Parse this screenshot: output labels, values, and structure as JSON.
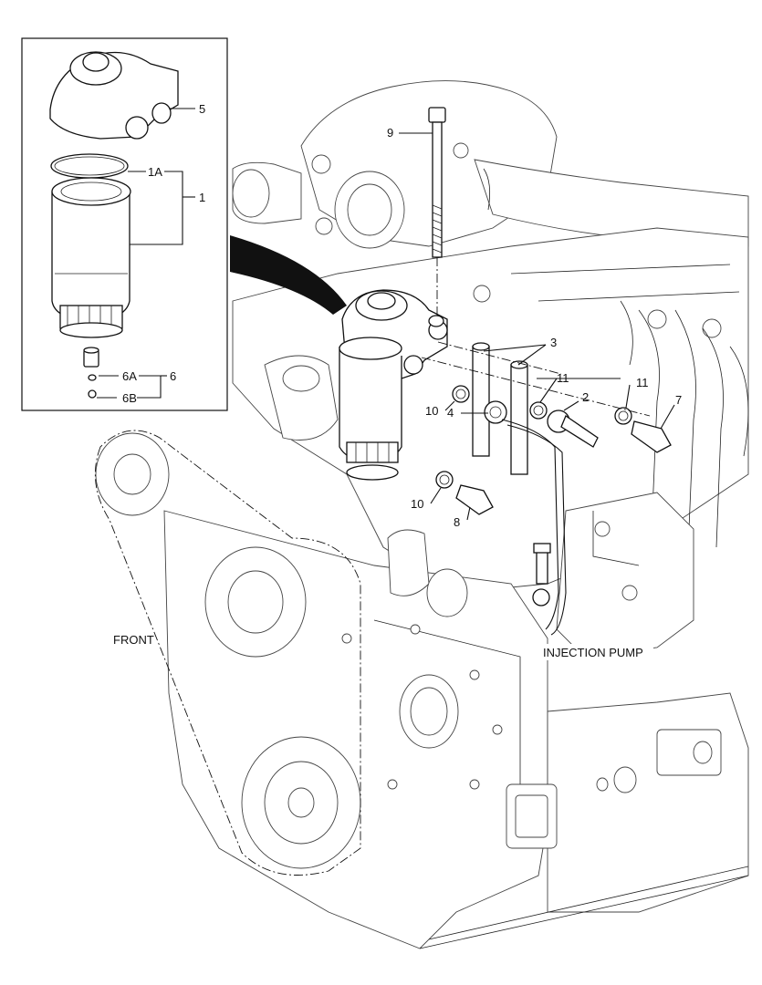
{
  "callouts": {
    "c1": "1",
    "c1a": "1A",
    "c2": "2",
    "c3": "3",
    "c4": "4",
    "c5": "5",
    "c6": "6",
    "c6a": "6A",
    "c6b": "6B",
    "c7": "7",
    "c8": "8",
    "c9": "9",
    "c10a": "10",
    "c10b": "10",
    "c11a": "11",
    "c11b": "11"
  },
  "labels": {
    "front": "FRONT",
    "injection_pump": "INJECTION PUMP"
  }
}
